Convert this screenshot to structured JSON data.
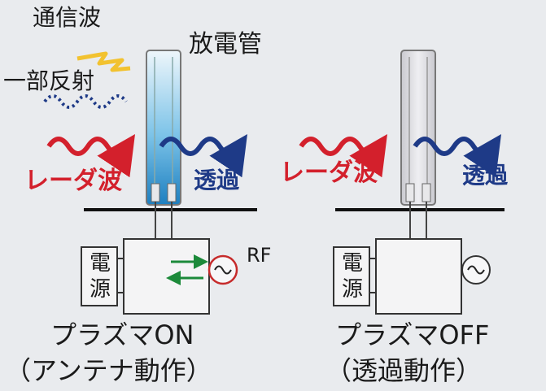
{
  "labels": {
    "comm_wave": "通信波",
    "discharge_tube": "放電管",
    "partial_reflection": "一部反射",
    "radar_wave_left": "レーダ波",
    "transmit_left": "透過",
    "radar_wave_right": "レーダ波",
    "transmit_right": "透過",
    "rf": "RF",
    "power_left": "電源",
    "power_right": "電源",
    "plasma_on_title": "プラズマON",
    "plasma_on_subtitle": "（アンテナ動作）",
    "plasma_off_title": "プラズマOFF",
    "plasma_off_subtitle": "（透過動作）"
  },
  "colors": {
    "radar_red": "#d3202c",
    "transmit_blue": "#1e3a87",
    "tube_on_blue": "#2e9ad3",
    "tube_off_gray": "#d9d9dc",
    "spark_yellow": "#f2c230",
    "arrow_green": "#1c8a3a"
  }
}
